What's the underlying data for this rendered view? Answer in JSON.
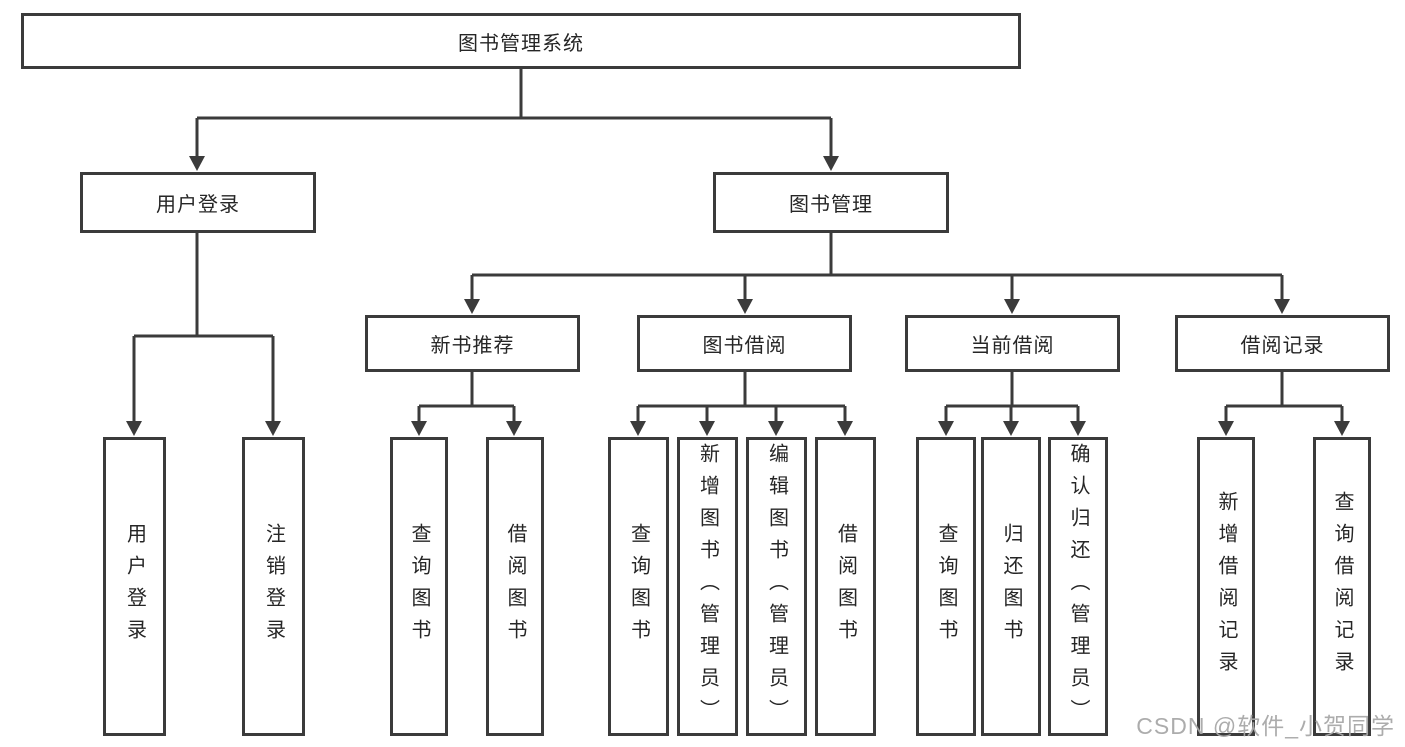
{
  "diagram": {
    "root": {
      "label": "图书管理系统"
    },
    "level1": [
      {
        "label": "用户登录"
      },
      {
        "label": "图书管理"
      }
    ],
    "level2": [
      {
        "label": "新书推荐"
      },
      {
        "label": "图书借阅"
      },
      {
        "label": "当前借阅"
      },
      {
        "label": "借阅记录"
      }
    ],
    "leaves": {
      "user_login": [
        "用户登录",
        "注销登录"
      ],
      "new_book_recommend": [
        "查询图书",
        "借阅图书"
      ],
      "book_borrow": [
        "查询图书",
        "新增图书（管理员）",
        "编辑图书（管理员）",
        "借阅图书"
      ],
      "current_borrow": [
        "查询图书",
        "归还图书",
        "确认归还（管理员）"
      ],
      "borrow_records": [
        "新增借阅记录",
        "查询借阅记录"
      ]
    }
  },
  "watermark": "CSDN @软件_小贺同学",
  "colors": {
    "line": "#3b3b3b",
    "text": "#262626",
    "watermark": "#a8a8a8",
    "background": "#ffffff"
  }
}
